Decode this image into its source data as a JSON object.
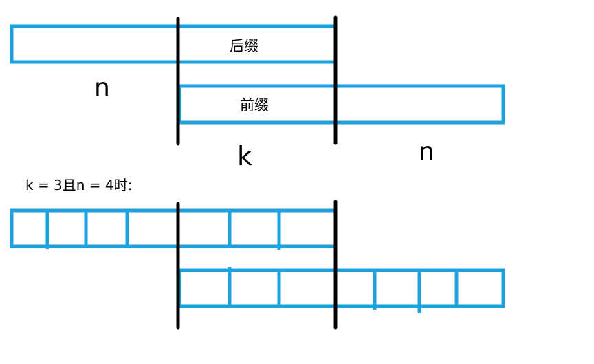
{
  "labels": {
    "suffix": "后缀",
    "prefix": "前缀",
    "n_left": "n",
    "k": "k",
    "n_right": "n",
    "note": "k = 3且n = 4时:"
  },
  "colors": {
    "box_stroke": "#1aa3e0",
    "divider": "#000000",
    "text": "#000000"
  }
}
